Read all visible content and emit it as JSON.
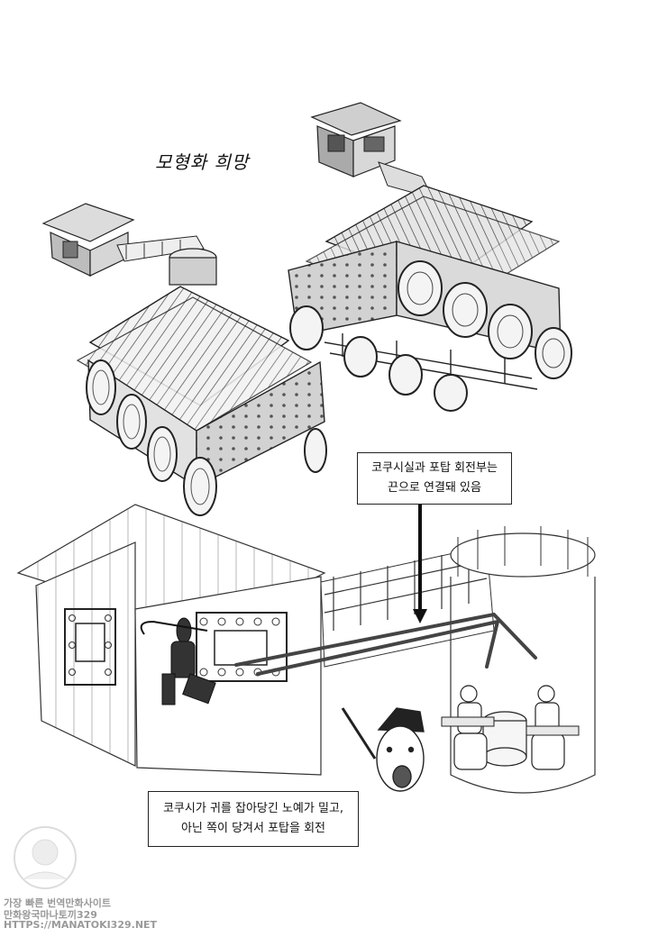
{
  "page": {
    "title_handwritten": "모형화 희망"
  },
  "captions": {
    "top": {
      "line1": "코쿠시실과 포탑 회전부는",
      "line2": "끈으로 연결돼 있음"
    },
    "bottom": {
      "line1": "코쿠시가 귀를 잡아당긴 노예가 밀고,",
      "line2": "아닌 쪽이 당겨서 포탑을 회전"
    }
  },
  "watermark": {
    "line1": "가장 빠른 번역만화사이트",
    "line2": "만화왕국마나토끼329",
    "line3": "HTTPS://MANATOKI329.NET"
  },
  "colors": {
    "ink": "#111111",
    "tone": "#8a8a8a",
    "light_tone": "#cfcfcf",
    "rope": "#444444"
  }
}
